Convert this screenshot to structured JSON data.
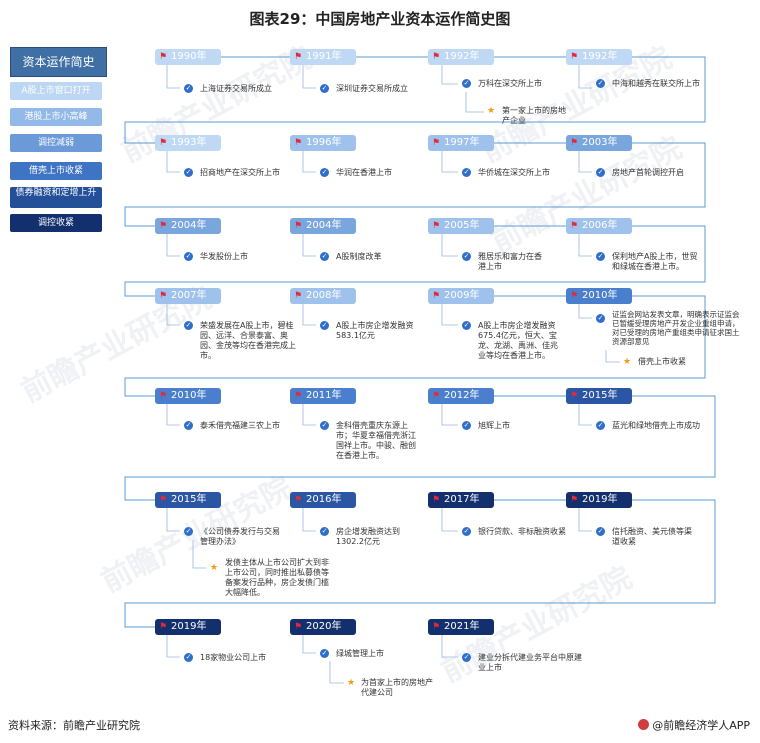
{
  "title": "图表29：中国房地产业资本运作简史图",
  "legend": {
    "heading": "资本运作简史",
    "items": [
      {
        "label": "A股上市窗口打开"
      },
      {
        "label": "港股上市小高峰"
      },
      {
        "label": "调控减弱"
      },
      {
        "label": "借壳上市收紧"
      },
      {
        "label": "债券融资和定增上升"
      },
      {
        "label": "调控收紧"
      }
    ]
  },
  "rows": [
    {
      "years": [
        "1990年",
        "1991年",
        "1992年",
        "1992年"
      ],
      "events": [
        "上海证券交易所成立",
        "深圳证券交易所成立",
        "万科在深交所上市",
        "中海和越秀在联交所上市"
      ],
      "note": "第一家上市的房地产企业"
    },
    {
      "years": [
        "1993年",
        "1996年",
        "1997年",
        "2003年"
      ],
      "events": [
        "招商地产在深交所上市",
        "华润在香港上市",
        "华侨城在深交所上市",
        "房地产首轮调控开启"
      ]
    },
    {
      "years": [
        "2004年",
        "2004年",
        "2005年",
        "2006年"
      ],
      "events": [
        "华发股份上市",
        "A股制度改革",
        "雅居乐和富力在香港上市",
        "保利地产A股上市，世贸和绿城在香港上市。"
      ]
    },
    {
      "years": [
        "2007年",
        "2008年",
        "2009年",
        "2010年"
      ],
      "events": [
        "荣盛发展在A股上市，碧桂园、远洋、合景泰富、奥园、金茂等均在香港完成上市。",
        "A股上市房企增发融资583.1亿元",
        "A股上市房企增发融资675.4亿元，恒大、宝龙、龙湖、禹洲、佳兆业等均在香港上市。",
        "证监会网站发表文章，明确表示证监会已暂缓受理房地产开发企业重组申请，对已受理的房地产重组类申请征求国土资源部意见"
      ],
      "note": "借壳上市收紧"
    },
    {
      "years": [
        "2010年",
        "2011年",
        "2012年",
        "2015年"
      ],
      "events": [
        "泰禾借壳福建三农上市",
        "金科借壳重庆东源上市；华夏幸福借壳浙江国祥上市。中骏、融创在香港上市。",
        "旭辉上市",
        "蓝光和绿地借壳上市成功"
      ]
    },
    {
      "years": [
        "2015年",
        "2016年",
        "2017年",
        "2019年"
      ],
      "events": [
        "《公司债券发行与交易管理办法》",
        "房企增发融资达到1302.2亿元",
        "银行贷款、非标融资收紧",
        "信托融资、美元债等渠道收紧"
      ],
      "note": "发债主体从上市公司扩大到非上市公司，同时推出私募债等备案发行品种，房企发债门槛大幅降低。"
    },
    {
      "years": [
        "2019年",
        "2020年",
        "2021年"
      ],
      "events": [
        "18家物业公司上市",
        "绿城管理上市",
        "建业分拆代建业务平台中原建业上市"
      ],
      "note": "为首家上市的房地产代建公司"
    }
  ],
  "footer": {
    "source": "资料来源：前瞻产业研究院",
    "brand": "@前瞻经济学人APP"
  },
  "watermark": "前瞻产业研究院",
  "colors": {
    "flag": "#e02b3a",
    "check": "#2f6fc9",
    "star": "#f39c12",
    "connector": "#5b9bd5"
  }
}
